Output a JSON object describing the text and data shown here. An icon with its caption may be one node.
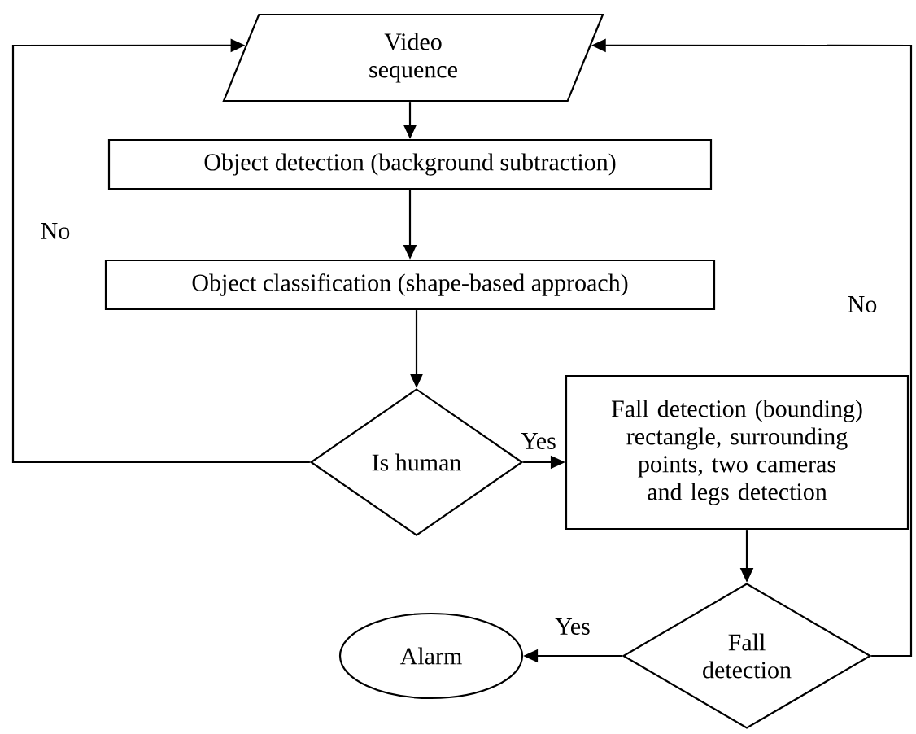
{
  "diagram": {
    "nodes": [
      {
        "text": [
          "Video sequence"
        ]
      },
      {
        "text": [
          "Object detection (background subtraction)"
        ]
      },
      {
        "text": [
          "Object classification (shape-based approach)"
        ]
      },
      {
        "text": [
          "Is human"
        ]
      },
      {
        "text": [
          "Fall detection (bounding) rectangle, surrounding points, two cameras and legs detection"
        ]
      },
      {
        "text": [
          "Fall detection"
        ]
      },
      {
        "text": [
          "Alarm"
        ]
      }
    ],
    "edges": [
      {
        "from": 0,
        "to": 1,
        "arrow": "to"
      },
      {
        "from": 1,
        "to": 2,
        "arrow": "to"
      },
      {
        "from": 2,
        "to": 3,
        "arrow": "to"
      },
      {
        "from": 3,
        "to": 4,
        "arrow": "to",
        "label": "Yes"
      },
      {
        "from": 4,
        "to": 5,
        "arrow": "to"
      },
      {
        "from": 5,
        "to": 6,
        "arrow": "to",
        "label": "Yes"
      },
      {
        "from": 3,
        "to": 0,
        "arrow": "to",
        "label": "No"
      },
      {
        "from": 5,
        "to": 0,
        "arrow": "to",
        "label": "No"
      }
    ]
  }
}
